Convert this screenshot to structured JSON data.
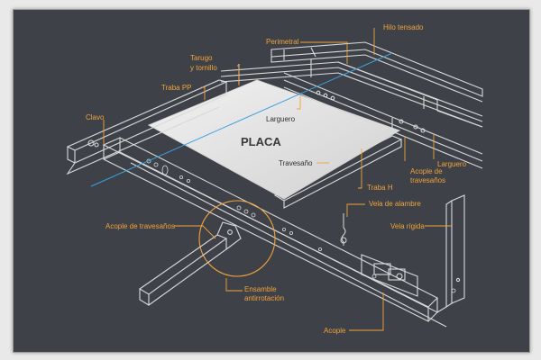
{
  "labels": {
    "hilo_tensado": "Hilo tensado",
    "perimetral": "Perimetral",
    "tarugo": "Tarugo",
    "y_tornillo": "y tornillo",
    "traba_pp": "Traba PP",
    "clavo": "Clavo",
    "larguero_center": "Larguero",
    "placa": "PLACA",
    "travesano": "Travesaño",
    "acople_de": "Acople de",
    "travesanos": "travesaños",
    "larguero_right": "Larguero",
    "traba_h": "Traba H",
    "vela_de_alambre": "Vela de alambre",
    "acople_de_travesanos": "Acople de travesaños",
    "vela_rigida": "Vela rígida",
    "ensamble": "Ensamble",
    "antirrotacion": "antirrotación",
    "acople": "Acople"
  },
  "colors": {
    "background": "#3e4248",
    "line": "#d9d9d9",
    "label": "#f2a23a",
    "plate": "#e4e4e4",
    "thread": "#3aa0e0"
  }
}
